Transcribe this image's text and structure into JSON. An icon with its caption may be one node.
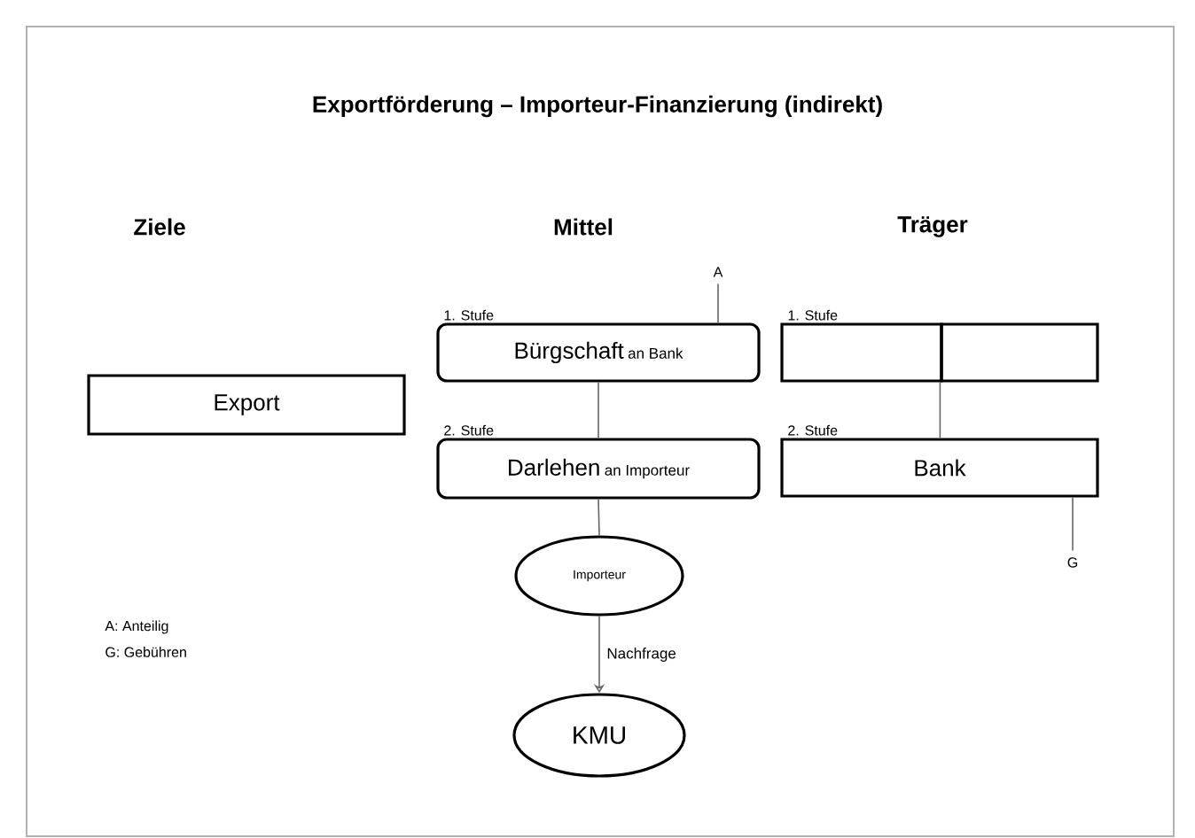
{
  "diagram": {
    "title": "Exportförderung – Importeur-Finanzierung (indirekt)",
    "nodes": [
      {
        "text": [
          "Export"
        ]
      },
      {
        "text": [
          "Bürgschaft",
          "an Bank"
        ],
        "beside": [
          "1. Stufe"
        ]
      },
      {
        "text": [
          "Darlehen",
          "an Importeur"
        ],
        "beside": [
          "2. Stufe"
        ]
      },
      {
        "text": [],
        "shape": "box",
        "beside": [
          "1. Stufe"
        ]
      },
      {
        "text": [],
        "shape": "box"
      },
      {
        "text": [
          "Bank"
        ],
        "beside": [
          "2. Stufe"
        ]
      },
      {
        "text": [
          "Importeur"
        ]
      },
      {
        "text": [
          "KMU"
        ]
      },
      {
        "text": [
          "A"
        ]
      },
      {
        "text": [
          "G"
        ]
      }
    ],
    "edges": [
      {
        "from": 1,
        "to": 2,
        "arrow": "none"
      },
      {
        "from": 2,
        "to": 6,
        "arrow": "none"
      },
      {
        "from": 6,
        "to": 7,
        "arrow": "to",
        "label": "Nachfrage"
      },
      {
        "from": 4,
        "to": 5,
        "arrow": "none"
      },
      {
        "from": 8,
        "to": 1,
        "arrow": "none"
      },
      {
        "from": 9,
        "to": 5,
        "arrow": "none"
      }
    ],
    "labels": [
      "Ziele",
      "Mittel",
      "Träger",
      "A: Anteilig",
      "G: Gebühren"
    ]
  }
}
